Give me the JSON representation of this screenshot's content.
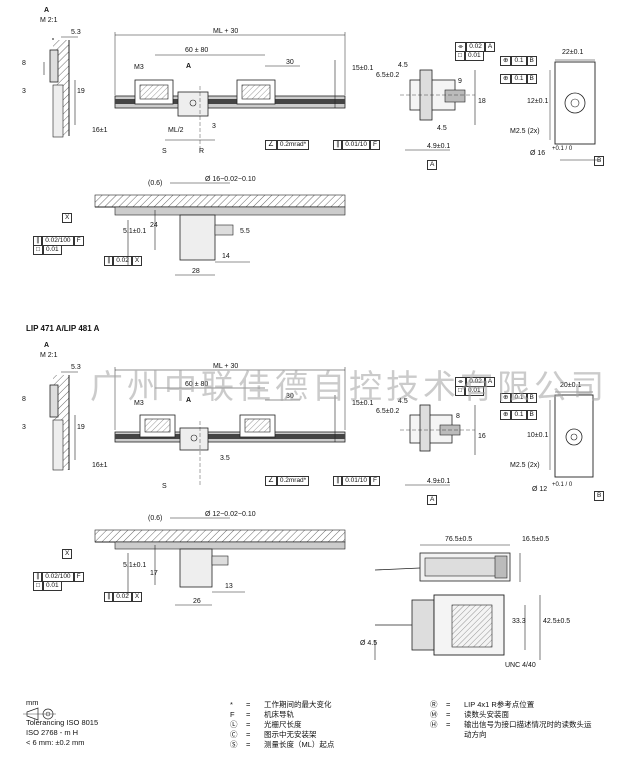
{
  "section1": {
    "view_a": "A",
    "scale": "M 2:1",
    "dims": {
      "d5_3": "5.3",
      "d8": "8",
      "d3": "3",
      "d19": "19",
      "ml30": "ML + 30",
      "d60_80": "60 ± 80",
      "d30": "30",
      "m3": "M3",
      "a": "A",
      "d15_01": "15±0.1",
      "d16_1": "16±1",
      "ml2": "ML/2",
      "d3b": "3",
      "s": "S",
      "r": "R",
      "d4_5": "4.5",
      "d65_02": "6.5±0.2",
      "d9": "9",
      "d18": "18",
      "d4_5b": "4.5",
      "d4_9": "4.9±0.1",
      "d22": "22±0.1",
      "d12": "12±0.1",
      "m25": "M2.5 (2x)",
      "d16": "Ø 16",
      "d16tol": "+0.1 / 0",
      "d16_2": "Ø 16−0.02−0.10",
      "d0_6": "(0.6)",
      "d24": "24",
      "d5_1": "5.1±0.1",
      "d5_5": "5.5",
      "d14": "14",
      "d28": "28"
    },
    "frames": {
      "f1": [
        "0.02",
        "A"
      ],
      "f2": [
        "0.01"
      ],
      "f3": [
        "0.1",
        "B"
      ],
      "f4": [
        "0.1",
        "B"
      ],
      "f5": [
        "0.2mrad*"
      ],
      "f6": [
        "0.01/10",
        "F"
      ],
      "f7": [
        "0.02/100",
        "F"
      ],
      "f8": [
        "0.01"
      ],
      "f9": [
        "0.02",
        "X"
      ]
    },
    "datums": {
      "a": "A",
      "b": "B",
      "x": "X"
    }
  },
  "section2": {
    "title": "LIP 471 A/LIP 481 A",
    "view_a": "A",
    "scale": "M 2:1",
    "dims": {
      "d5_3": "5.3",
      "d8": "8",
      "d3": "3",
      "d19": "19",
      "ml30": "ML + 30",
      "d60_80": "60 ± 80",
      "d30": "30",
      "m3": "M3",
      "a": "A",
      "d15_01": "15±0.1",
      "d16_1": "16±1",
      "d3_5": "3.5",
      "s": "S",
      "d4_5": "4.5",
      "d65_02": "6.5±0.2",
      "d8b": "8",
      "d16": "16",
      "d4_9": "4.9±0.1",
      "d20": "20±0.1",
      "d10": "10±0.1",
      "m25": "M2.5 (2x)",
      "d12": "Ø 12",
      "d12tol": "+0.1 / 0",
      "d12_2": "Ø 12−0.02−0.10",
      "d0_6": "(0.6)",
      "d17": "17",
      "d5_1": "5.1±0.1",
      "d13": "13",
      "d26": "26",
      "d76": "76.5±0.5",
      "d16_5": "16.5±0.5",
      "d33": "33.3",
      "d42": "42.5±0.5",
      "d45": "Ø 4.5",
      "unc": "UNC 4/40"
    },
    "frames": {
      "f1": [
        "0.02",
        "A"
      ],
      "f2": [
        "0.01"
      ],
      "f3": [
        "0.1",
        "B"
      ],
      "f4": [
        "0.1",
        "B"
      ],
      "f5": [
        "0.2mrad*"
      ],
      "f6": [
        "0.01/10",
        "F"
      ],
      "f7": [
        "0.02/100",
        "F"
      ],
      "f8": [
        "0.01"
      ],
      "f9": [
        "0.02",
        "X"
      ]
    },
    "datums": {
      "a": "A",
      "b": "B",
      "x": "X"
    }
  },
  "watermark": "广州中联佳德自控技术有限公司",
  "legend": {
    "units": "mm",
    "tolerancing_1": "Tolerancing ISO 8015",
    "tolerancing_2": "ISO 2768 - m H",
    "tolerancing_3": "< 6 mm: ±0.2 mm",
    "col1": [
      {
        "sym": "*",
        "text": "工作期间的最大变化"
      },
      {
        "sym": "F",
        "text": "机床导轨"
      },
      {
        "sym": "Ⓛ",
        "text": "光栅尺长度"
      },
      {
        "sym": "Ⓒ",
        "text": "图示中无安装架"
      },
      {
        "sym": "Ⓢ",
        "text": "测量长度（ML）起点"
      }
    ],
    "col2": [
      {
        "sym": "Ⓡ",
        "text": "LIP 4x1 R参考点位置"
      },
      {
        "sym": "Ⓜ",
        "text": "读数头安装面"
      },
      {
        "sym": "Ⓗ",
        "text": "输出信号为接口描述情况时的读数头运"
      },
      {
        "sym": "",
        "text": "动方向"
      }
    ]
  }
}
